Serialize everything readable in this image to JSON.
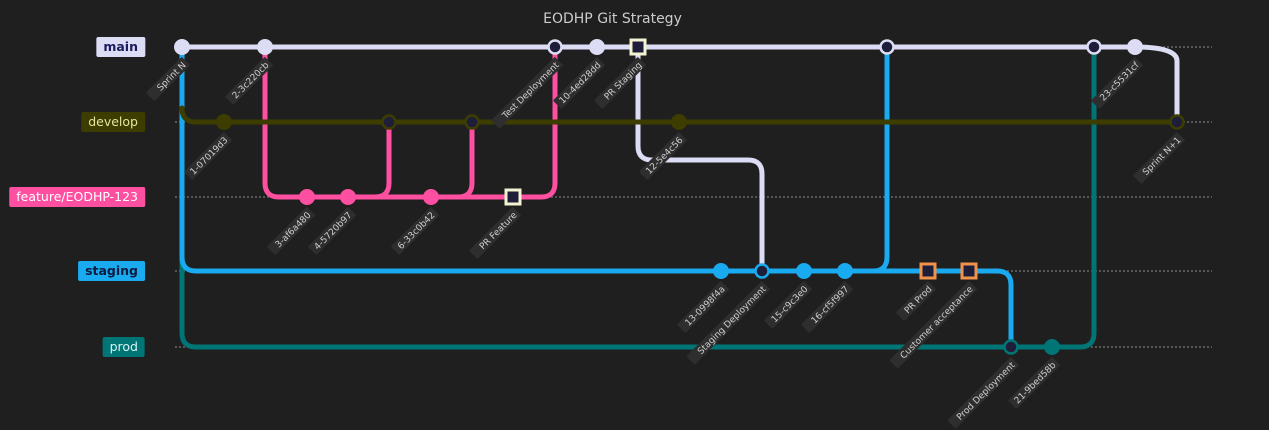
{
  "title": "EODHP Git Strategy",
  "branches": [
    {
      "id": "main",
      "label": "main",
      "color": "#dcdcf5",
      "label_bg": "#dcdcf5",
      "label_fg": "#1b1b5e",
      "bold": true
    },
    {
      "id": "develop",
      "label": "develop",
      "color": "#3d3d00",
      "label_bg": "#3d3d00",
      "label_fg": "#e4e49c",
      "bold": false
    },
    {
      "id": "feature",
      "label": "feature/EODHP-123",
      "color": "#ff4fa0",
      "label_bg": "#ff4fa0",
      "label_fg": "#ffffff",
      "bold": false
    },
    {
      "id": "staging",
      "label": "staging",
      "color": "#1aaaf0",
      "label_bg": "#1aaaf0",
      "label_fg": "#0d1b3d",
      "bold": true
    },
    {
      "id": "prod",
      "label": "prod",
      "color": "#007575",
      "label_bg": "#007575",
      "label_fg": "#d8f2f2",
      "bold": false
    }
  ],
  "commits": [
    {
      "branch": "main",
      "label": "Sprint N",
      "type": "normal"
    },
    {
      "branch": "develop",
      "label": "1-07019d3",
      "type": "normal"
    },
    {
      "branch": "main",
      "label": "2-3c220cb",
      "type": "normal"
    },
    {
      "branch": "feature",
      "label": "3-af6a480",
      "type": "normal"
    },
    {
      "branch": "feature",
      "label": "4-5720b97",
      "type": "normal"
    },
    {
      "branch": "develop",
      "label": "",
      "type": "merge"
    },
    {
      "branch": "feature",
      "label": "6-33c0b42",
      "type": "normal"
    },
    {
      "branch": "develop",
      "label": "",
      "type": "merge"
    },
    {
      "branch": "feature",
      "label": "PR Feature",
      "type": "highlight"
    },
    {
      "branch": "main",
      "label": "Test Deployment",
      "type": "merge"
    },
    {
      "branch": "main",
      "label": "10-4ed28dd",
      "type": "normal"
    },
    {
      "branch": "main",
      "label": "PR Staging",
      "type": "highlight"
    },
    {
      "branch": "develop",
      "label": "12-5e4c56",
      "type": "normal"
    },
    {
      "branch": "staging",
      "label": "13-0998f4a",
      "type": "normal"
    },
    {
      "branch": "staging",
      "label": "Staging Deployment",
      "type": "merge"
    },
    {
      "branch": "staging",
      "label": "15-c9c3e0",
      "type": "normal"
    },
    {
      "branch": "staging",
      "label": "16-cf5f997",
      "type": "normal"
    },
    {
      "branch": "main",
      "label": "",
      "type": "merge"
    },
    {
      "branch": "staging",
      "label": "PR Prod",
      "type": "highlight"
    },
    {
      "branch": "staging",
      "label": "Customer acceptance",
      "type": "highlight"
    },
    {
      "branch": "prod",
      "label": "Prod Deployment",
      "type": "merge"
    },
    {
      "branch": "prod",
      "label": "21-9bed58b",
      "type": "normal"
    },
    {
      "branch": "main",
      "label": "",
      "type": "merge"
    },
    {
      "branch": "main",
      "label": "23-c5531cf",
      "type": "normal"
    },
    {
      "branch": "develop",
      "label": "Sprint N+1",
      "type": "merge"
    }
  ],
  "colors": {
    "background": "#1f1f1f",
    "guide": "#777777",
    "merge_fill": "#1e1e3a",
    "highlight_pr": "#f3f3d2",
    "highlight_prod": "#f0924a",
    "commit_label_bg": "#2e2e2e",
    "commit_label_fg": "#d0d0d0"
  }
}
